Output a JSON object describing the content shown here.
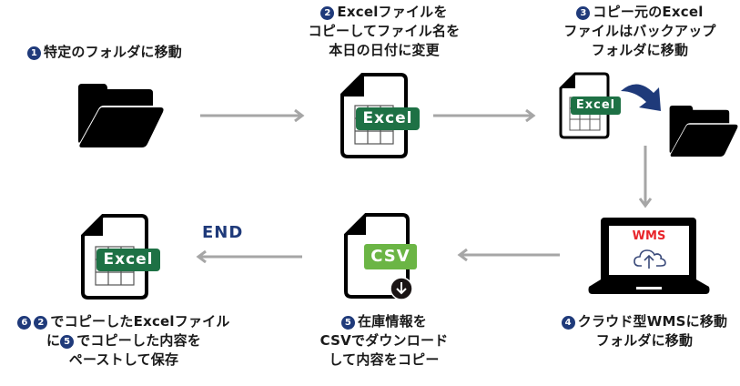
{
  "colors": {
    "accent_navy": "#1f3a7a",
    "excel_green": "#1e7145",
    "csv_green": "#6bb545",
    "arrow_gray": "#a6a6a6",
    "wms_red": "#e8262c",
    "cloud_navy": "#3a4a7a"
  },
  "steps": [
    {
      "num": "1",
      "lines": [
        "特定のフォルダに移動"
      ],
      "icon": "folder-icon"
    },
    {
      "num": "2",
      "lines": [
        "Excelファイルを",
        "コピーしてファイル名を",
        "本日の日付に変更"
      ],
      "icon": "excel-file-icon",
      "badge": "Excel"
    },
    {
      "num": "3",
      "lines": [
        "コピー元のExcel",
        "ファイルはバックアップ",
        "フォルダに移動"
      ],
      "icons": [
        "excel-file-icon",
        "curved-arrow-icon",
        "folder-icon"
      ],
      "badge": "Excel"
    },
    {
      "num": "4",
      "lines": [
        "クラウド型WMSに移動",
        "フォルダに移動"
      ],
      "icon": "laptop-icon",
      "screen_text": "WMS"
    },
    {
      "num": "5",
      "lines": [
        "在庫情報を",
        "CSVでダウンロード",
        "して内容をコピー"
      ],
      "icon": "csv-file-icon",
      "badge": "CSV"
    },
    {
      "num": "6",
      "ref_a": "2",
      "ref_b": "5",
      "line1_after": "でコピーしたExcelファイル",
      "line2_pre": "に",
      "line2_after": "でコピーした内容を",
      "line3": "ペーストして保存",
      "icon": "excel-file-icon",
      "badge": "Excel"
    }
  ],
  "end_label": "END"
}
